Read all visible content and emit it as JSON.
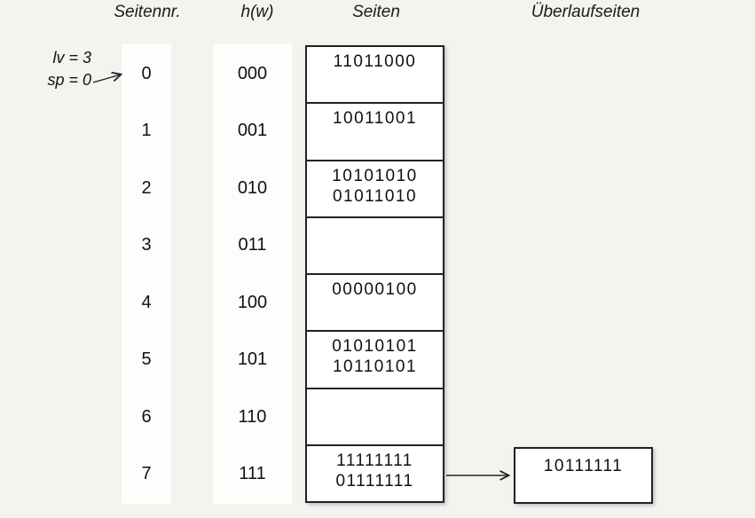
{
  "diagram": {
    "type": "linear-hashing-table",
    "headers": {
      "page_number": "Seitennr.",
      "hash_function": "h(w)",
      "pages": "Seiten",
      "overflow_pages": "Überlaufseiten"
    },
    "state": {
      "level": "lv = 3",
      "split_pointer": "sp = 0",
      "points_to_row": "0"
    },
    "rows": [
      {
        "nr": "0",
        "hash": "000",
        "entries": [
          "11011000"
        ]
      },
      {
        "nr": "1",
        "hash": "001",
        "entries": [
          "10011001"
        ]
      },
      {
        "nr": "2",
        "hash": "010",
        "entries": [
          "10101010",
          "01011010"
        ]
      },
      {
        "nr": "3",
        "hash": "011",
        "entries": []
      },
      {
        "nr": "4",
        "hash": "100",
        "entries": [
          "00000100"
        ]
      },
      {
        "nr": "5",
        "hash": "101",
        "entries": [
          "01010101",
          "10110101"
        ]
      },
      {
        "nr": "6",
        "hash": "110",
        "entries": []
      },
      {
        "nr": "7",
        "hash": "111",
        "entries": [
          "11111111",
          "01111111"
        ]
      }
    ],
    "overflow": {
      "value": "10111111",
      "attached_to_row": "7"
    },
    "colors": {
      "background": "#f4f3f0",
      "strip": "#fdfdfc",
      "box_fill": "#ffffff",
      "border": "#222222",
      "text": "#111111"
    }
  }
}
